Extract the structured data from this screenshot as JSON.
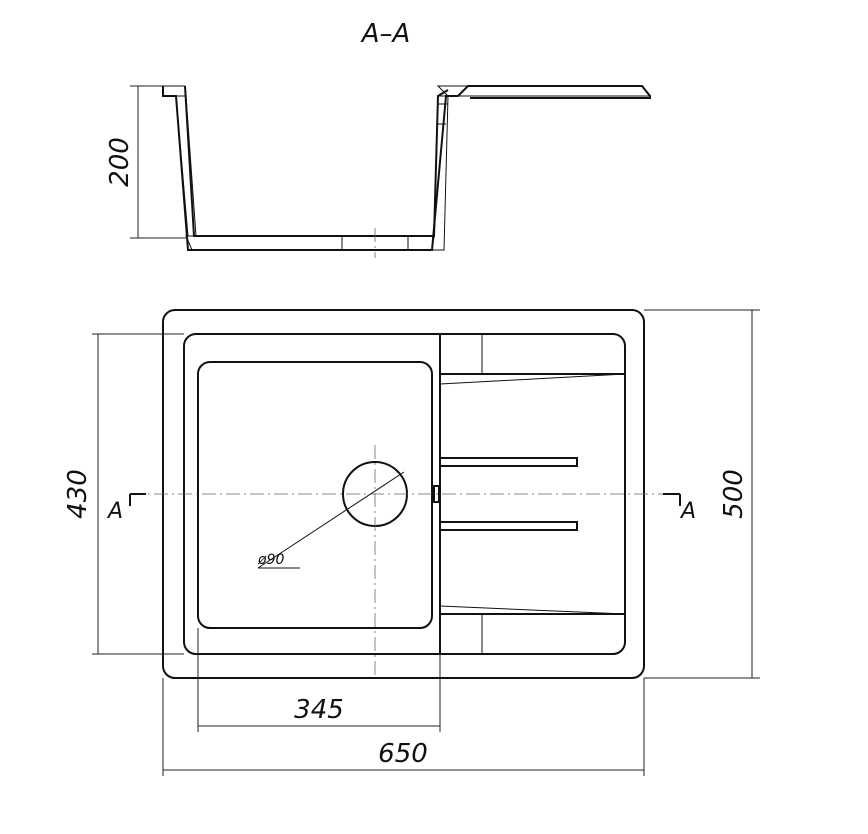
{
  "section_label": "A–A",
  "section_mark_left": "A",
  "section_mark_right": "A",
  "dimensions": {
    "depth": "200",
    "bowl_width": "430",
    "overall_width": "500",
    "bowl_length": "345",
    "overall_length": "650",
    "drain_diameter": "ø90"
  }
}
